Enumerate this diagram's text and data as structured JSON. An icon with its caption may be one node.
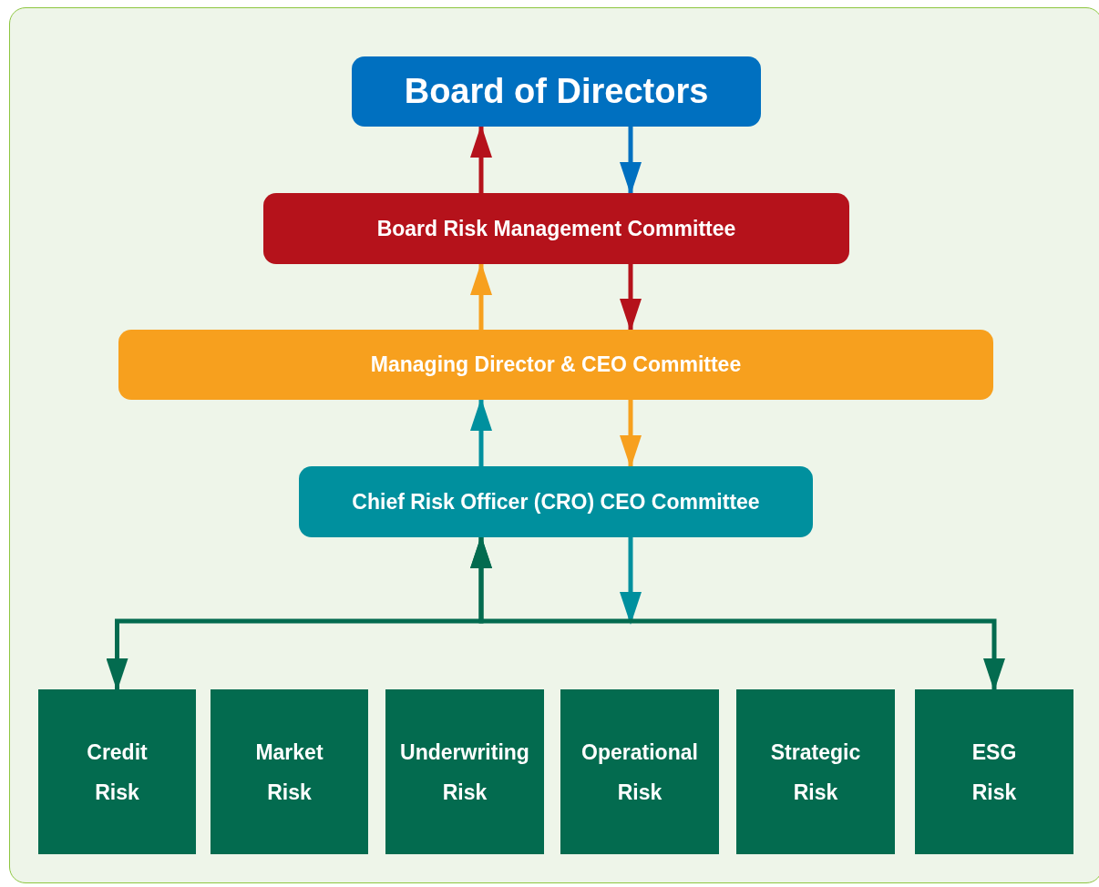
{
  "diagram": {
    "nodes": [
      {
        "text": [
          "Board of Directors"
        ]
      },
      {
        "text": [
          "Board Risk Management Committee"
        ]
      },
      {
        "text": [
          "Managing Director & CEO Committee"
        ]
      },
      {
        "text": [
          "Chief Risk Officer (CRO) CEO Committee"
        ]
      },
      {
        "text": [
          "Credit Risk"
        ]
      },
      {
        "text": [
          "Market Risk"
        ]
      },
      {
        "text": [
          "Underwriting Risk"
        ]
      },
      {
        "text": [
          "Operational Risk"
        ]
      },
      {
        "text": [
          "Strategic Risk"
        ]
      },
      {
        "text": [
          "ESG Risk"
        ]
      }
    ],
    "edges": [
      {
        "from": 1,
        "to": 0,
        "arrow": "to",
        "color": "#b5121b"
      },
      {
        "from": 0,
        "to": 1,
        "arrow": "to",
        "color": "#0070c0"
      },
      {
        "from": 2,
        "to": 1,
        "arrow": "to",
        "color": "#f7a01e"
      },
      {
        "from": 1,
        "to": 2,
        "arrow": "to",
        "color": "#b5121b"
      },
      {
        "from": 3,
        "to": 2,
        "arrow": "to",
        "color": "#00909e"
      },
      {
        "from": 2,
        "to": 3,
        "arrow": "to",
        "color": "#f7a01e"
      },
      {
        "from": 3,
        "to": null,
        "arrow": "to",
        "color": "#00909e"
      },
      {
        "from": 4,
        "to": 3,
        "arrow": "both",
        "color": "#036b4f"
      },
      {
        "from": 9,
        "to": 3,
        "arrow": "both",
        "color": "#036b4f"
      }
    ]
  }
}
